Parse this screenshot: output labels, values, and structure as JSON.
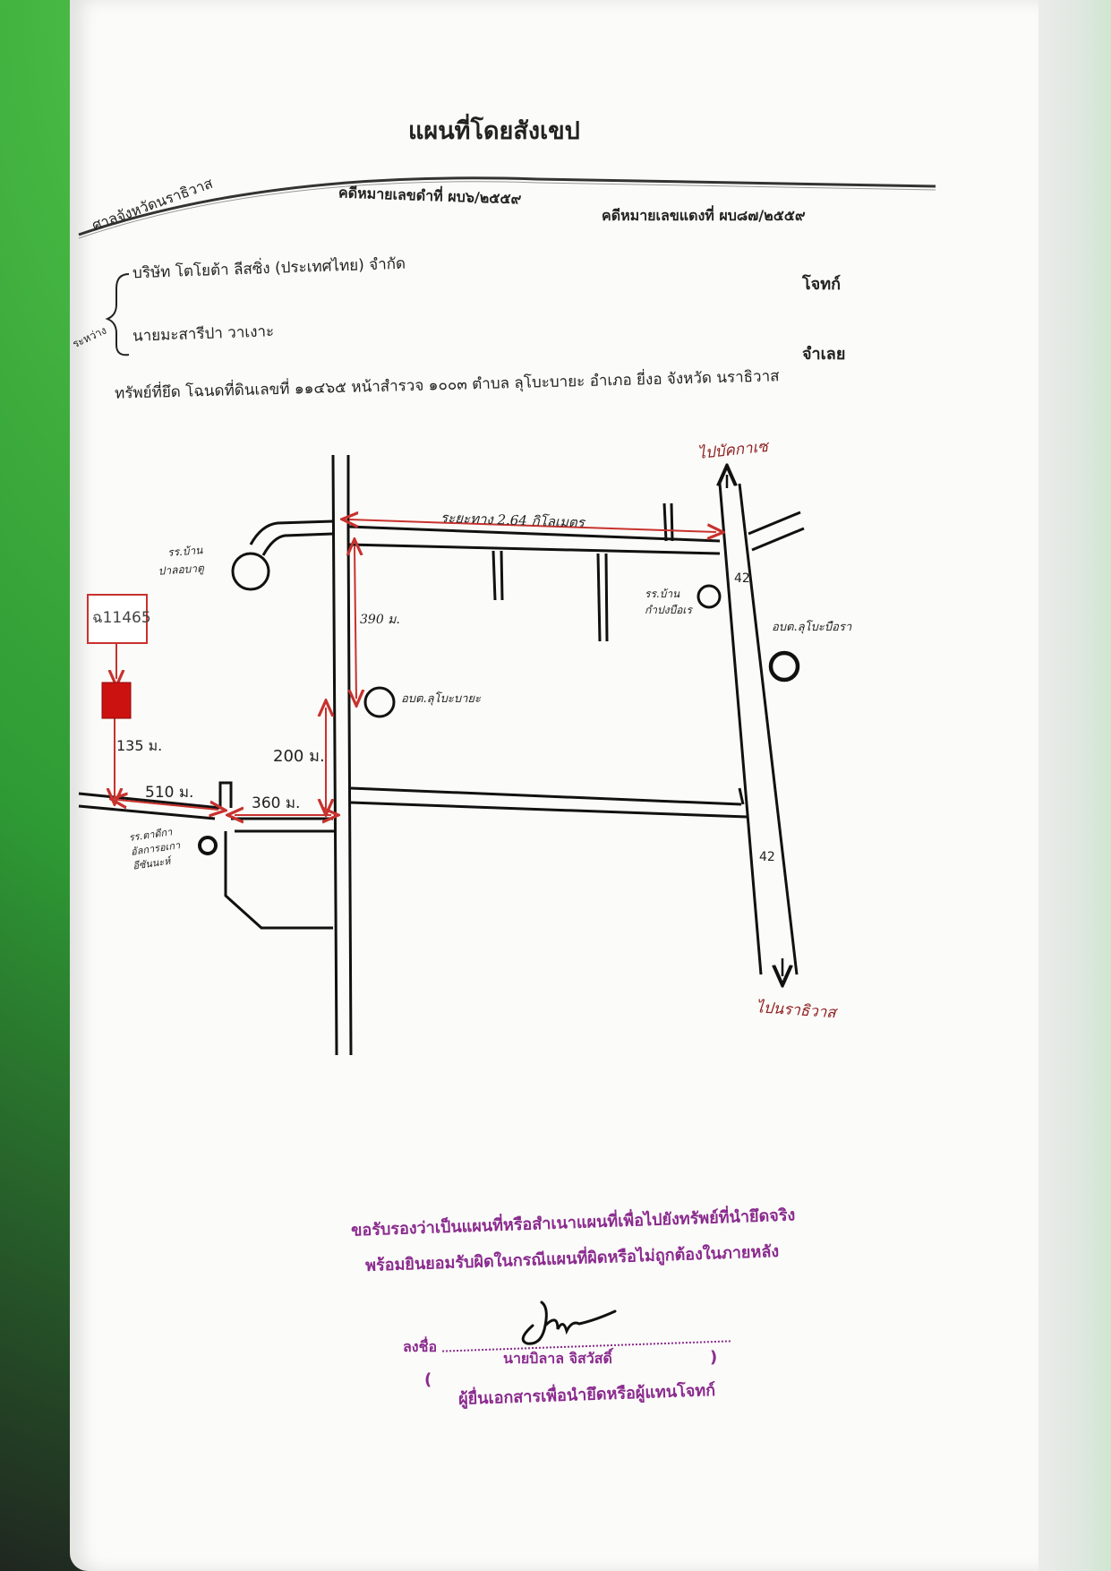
{
  "document": {
    "title": "แผนที่โดยสังเขป",
    "court": "ศาลจังหวัดนราธิวาส",
    "black_case": "คดีหมายเลขดำที่ ผบ๖/๒๕๕๙",
    "red_case": "คดีหมายเลขแดงที่ ผบ๘๗/๒๕๕๙",
    "between_label": "ระหว่าง",
    "plaintiff": "บริษัท โตโยต้า ลีสซิ่ง (ประเทศไทย) จำกัด",
    "plaintiff_role": "โจทก์",
    "defendant": "นายมะสารีปา วาเงาะ",
    "defendant_role": "จำเลย",
    "property": "ทรัพย์ที่ยึด โฉนดที่ดินเลขที่ ๑๑๔๖๕ หน้าสำรวจ ๑๐๐๓ ตำบล ลุโบะบายะ อำเภอ ยี่งอ จังหวัด นราธิวาส"
  },
  "map": {
    "parcel_label": "ฉ11465",
    "distance_top": "ระยะทาง 2.64 กิโลเมตร",
    "dist_390": "390 ม.",
    "dist_135": "135 ม.",
    "dist_200": "200 ม.",
    "dist_510": "510 ม.",
    "dist_360": "360 ม.",
    "road_42_top": "42",
    "road_42_bottom": "42",
    "to_north": "ไปบัคกาเซ",
    "to_south": "ไปนราธิวาส",
    "school_top_left": "รร.บ้าน\nปาลอบาตู",
    "school_right": "รร.บ้าน\nกำปงบือเร",
    "obt_right": "อบต.ลุโบะบือรา",
    "obt_center": "อบต.ลุโบะบายะ",
    "school_bottom_left": "รร.ตาดีกา\nอัลการอเกา\nอีซันนะห์"
  },
  "certification": {
    "line1": "ขอรับรองว่าเป็นแผนที่หรือสำเนาแผนที่เพื่อไปยังทรัพย์ที่นำยึดจริง",
    "line2": "พร้อมยินยอมรับผิดในกรณีแผนที่ผิดหรือไม่ถูกต้องในภายหลัง",
    "sign_label": "ลงชื่อ",
    "signer_name": "นายบิลาล จิสวัสดิ์",
    "paren_open": "(",
    "paren_close": ")",
    "signer_role": "ผู้ยื่นเอกสารเพื่อนำยึดหรือผู้แทนโจทก์"
  },
  "colors": {
    "ink": "#222222",
    "red_marker": "#cc1111",
    "dimension_arrows": "#c8322e",
    "handwriting_red": "#8e2020",
    "cert_purple": "#8a2a8e"
  }
}
